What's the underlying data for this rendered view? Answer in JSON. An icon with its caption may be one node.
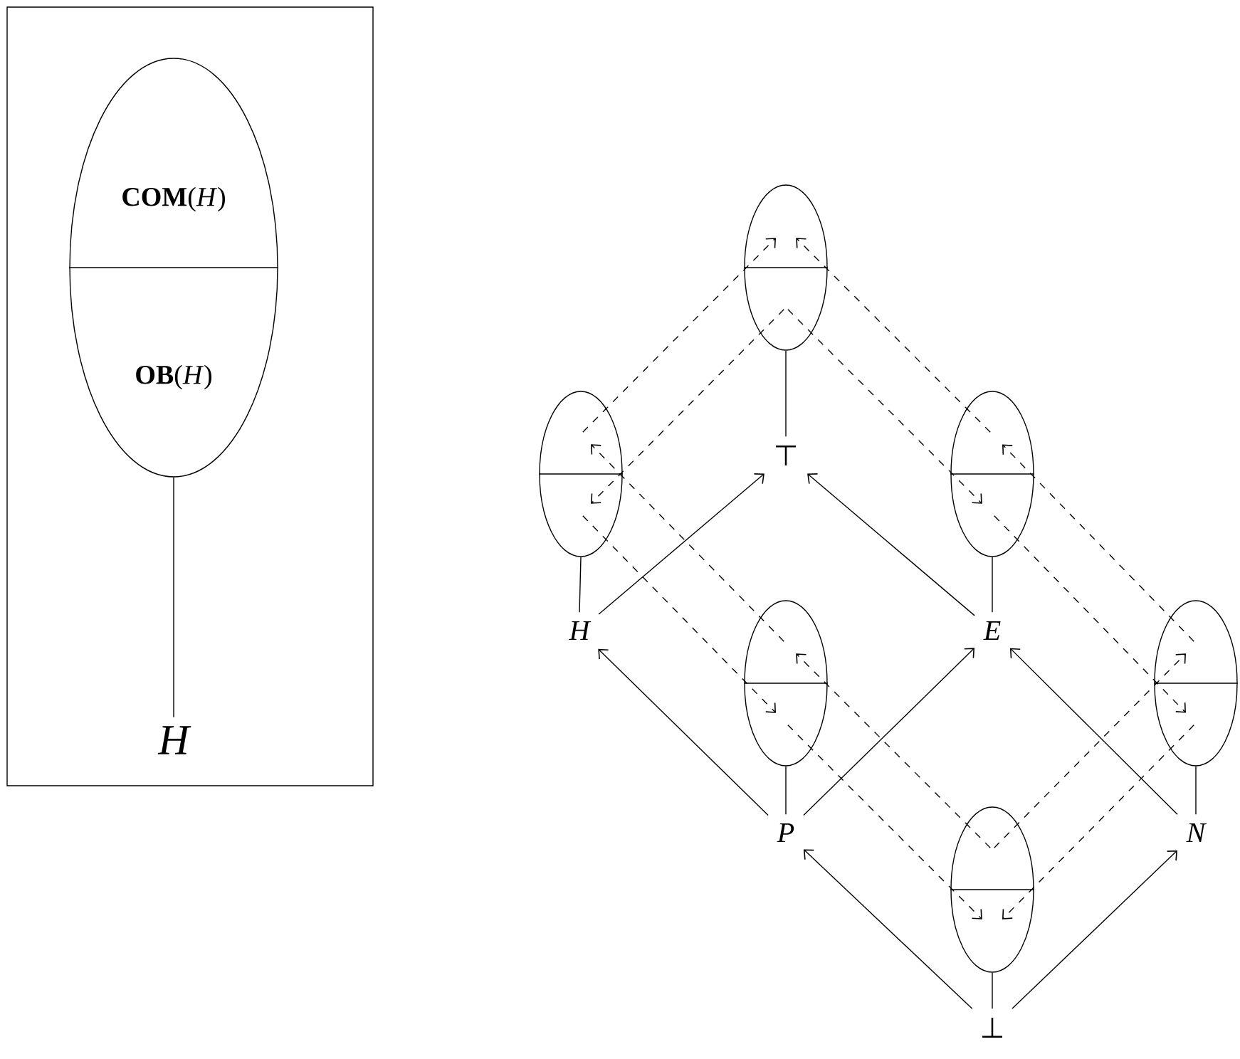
{
  "diagram": {
    "nodes": [
      {
        "text": [],
        "shape": "box"
      },
      {
        "text": [
          "**COM**(*H*)",
          "**OB**(*H*)"
        ],
        "in": 0
      },
      {
        "text": [
          "H"
        ],
        "in": 0
      },
      {
        "text": [],
        "shape": "ellipse"
      },
      {
        "text": [
          "⊤"
        ]
      },
      {
        "text": [],
        "shape": "ellipse"
      },
      {
        "text": [
          "H"
        ]
      },
      {
        "text": [],
        "shape": "ellipse"
      },
      {
        "text": [
          "E"
        ]
      },
      {
        "text": [],
        "shape": "ellipse"
      },
      {
        "text": [
          "P"
        ]
      },
      {
        "text": [],
        "shape": "ellipse"
      },
      {
        "text": [
          "N"
        ]
      },
      {
        "text": [],
        "shape": "ellipse"
      },
      {
        "text": [
          "⊥"
        ]
      }
    ],
    "edges": [
      {
        "from": 1,
        "to": 2,
        "arrow": "none"
      },
      {
        "from": 3,
        "to": 4,
        "arrow": "none"
      },
      {
        "from": 5,
        "to": 6,
        "arrow": "none"
      },
      {
        "from": 7,
        "to": 8,
        "arrow": "none"
      },
      {
        "from": 9,
        "to": 10,
        "arrow": "none"
      },
      {
        "from": 11,
        "to": 12,
        "arrow": "none"
      },
      {
        "from": 13,
        "to": 14,
        "arrow": "none"
      },
      {
        "from": 6,
        "to": 4,
        "arrow": "to"
      },
      {
        "from": 8,
        "to": 4,
        "arrow": "to"
      },
      {
        "from": 10,
        "to": 6,
        "arrow": "to"
      },
      {
        "from": 10,
        "to": 8,
        "arrow": "to"
      },
      {
        "from": 12,
        "to": 8,
        "arrow": "to"
      },
      {
        "from": 14,
        "to": 10,
        "arrow": "to"
      },
      {
        "from": 14,
        "to": 12,
        "arrow": "to"
      },
      {
        "from": 5,
        "to": 3,
        "arrow": "to",
        "style": "dashed"
      },
      {
        "from": 3,
        "to": 5,
        "arrow": "to",
        "style": "dashed"
      },
      {
        "from": 7,
        "to": 3,
        "arrow": "to",
        "style": "dashed"
      },
      {
        "from": 3,
        "to": 7,
        "arrow": "to",
        "style": "dashed"
      },
      {
        "from": 9,
        "to": 5,
        "arrow": "to",
        "style": "dashed"
      },
      {
        "from": 5,
        "to": 9,
        "arrow": "to",
        "style": "dashed"
      },
      {
        "from": 11,
        "to": 7,
        "arrow": "to",
        "style": "dashed"
      },
      {
        "from": 7,
        "to": 11,
        "arrow": "to",
        "style": "dashed"
      },
      {
        "from": 13,
        "to": 9,
        "arrow": "to",
        "style": "dashed"
      },
      {
        "from": 9,
        "to": 13,
        "arrow": "to",
        "style": "dashed"
      },
      {
        "from": 13,
        "to": 11,
        "arrow": "to",
        "style": "dashed"
      },
      {
        "from": 11,
        "to": 13,
        "arrow": "to",
        "style": "dashed"
      }
    ]
  }
}
